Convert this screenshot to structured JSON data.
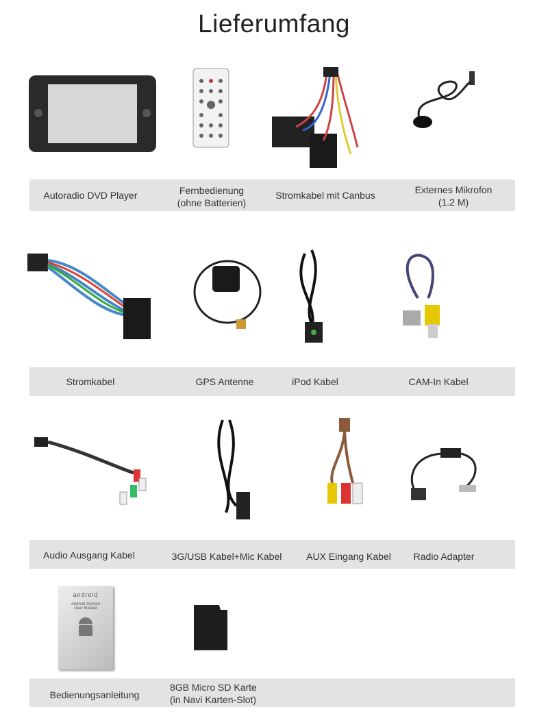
{
  "title": "Lieferumfang",
  "rows": [
    {
      "items": [
        "Autoradio DVD Player",
        "Fernbedienung\n(ohne Batterien)",
        "Stromkabel mit Canbus",
        "Externes Mikrofon\n(1.2 M)"
      ]
    },
    {
      "items": [
        "Stromkabel",
        "GPS Antenne",
        "iPod Kabel",
        "CAM-In Kabel"
      ]
    },
    {
      "items": [
        "Audio Ausgang Kabel",
        "3G/USB Kabel+Mic Kabel",
        "AUX Eingang Kabel",
        "Radio Adapter"
      ]
    },
    {
      "items": [
        "Bedienungsanleitung",
        "8GB Micro SD Karte\n(in Navi Karten-Slot)"
      ]
    }
  ],
  "manual_cover": {
    "brand": "android",
    "line1": "Android System",
    "line2": "User Manual"
  }
}
